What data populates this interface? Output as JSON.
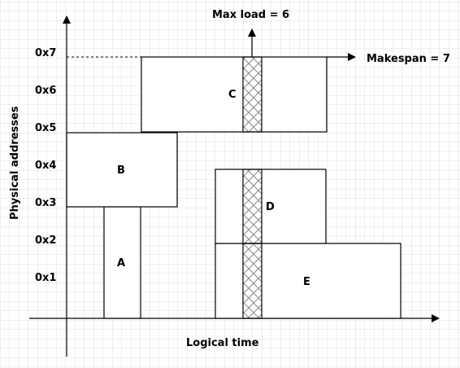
{
  "y_axis_label": "Physical addresses",
  "x_axis_label": "Logical time",
  "y_ticks": [
    "0x1",
    "0x2",
    "0x3",
    "0x4",
    "0x5",
    "0x6",
    "0x7"
  ],
  "max_load_label": "Max load = 6",
  "makespan_label": "Makespan = 7",
  "blocks": {
    "A": "A",
    "B": "B",
    "C": "C",
    "D": "D",
    "E": "E"
  }
}
